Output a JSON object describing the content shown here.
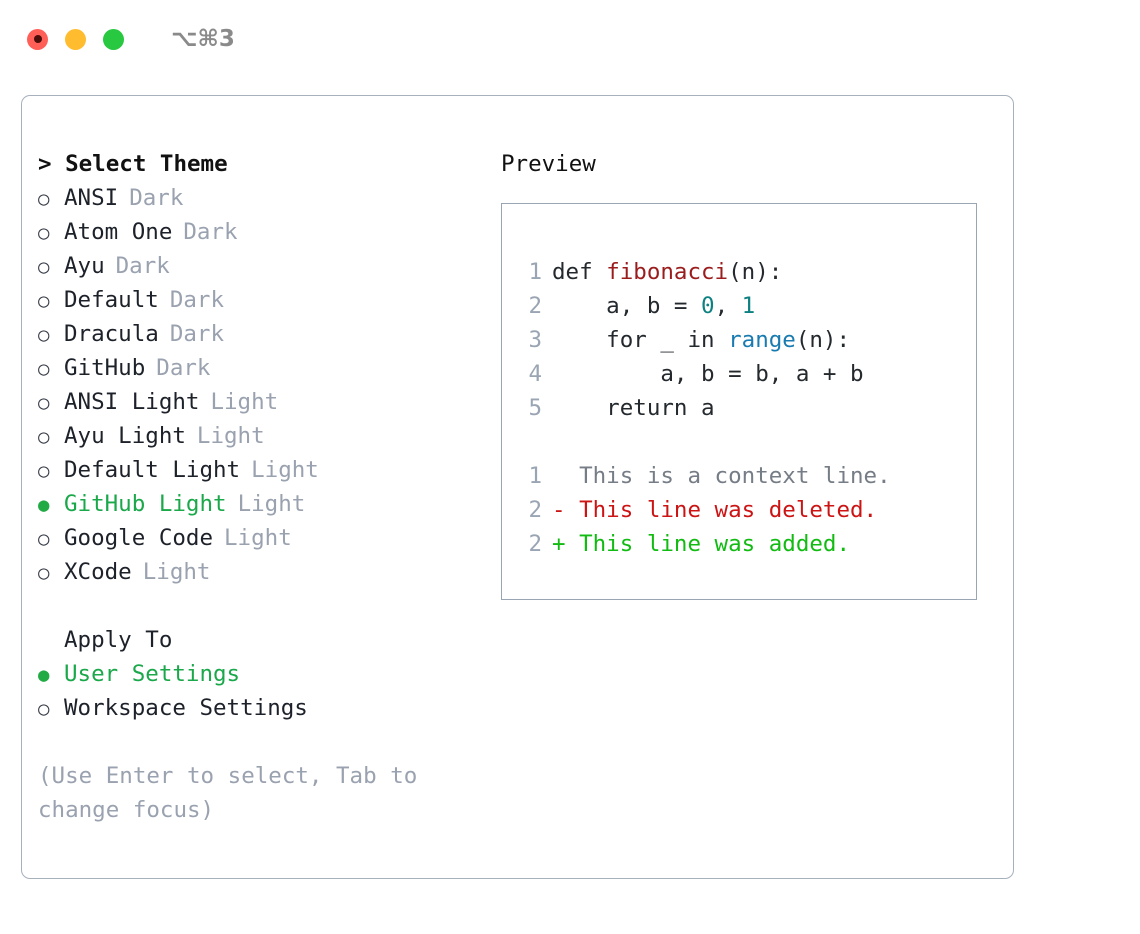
{
  "titlebar": {
    "shortcut": "⌥⌘3",
    "lights": [
      {
        "name": "close",
        "color": "#ff5f57"
      },
      {
        "name": "minimize",
        "color": "#febc2e"
      },
      {
        "name": "zoom",
        "color": "#28c840"
      }
    ]
  },
  "theme_picker": {
    "header": "> Select Theme",
    "selected_theme": "GitHub Light",
    "bullet_selected": "●",
    "bullet_unselected": "○",
    "items": [
      {
        "name": "ANSI",
        "kind": "Dark",
        "selected": false
      },
      {
        "name": "Atom One",
        "kind": "Dark",
        "selected": false
      },
      {
        "name": "Ayu",
        "kind": "Dark",
        "selected": false
      },
      {
        "name": "Default",
        "kind": "Dark",
        "selected": false
      },
      {
        "name": "Dracula",
        "kind": "Dark",
        "selected": false
      },
      {
        "name": "GitHub",
        "kind": "Dark",
        "selected": false
      },
      {
        "name": "ANSI Light",
        "kind": "Light",
        "selected": false
      },
      {
        "name": "Ayu Light",
        "kind": "Light",
        "selected": false
      },
      {
        "name": "Default Light",
        "kind": "Light",
        "selected": false
      },
      {
        "name": "GitHub Light",
        "kind": "Light",
        "selected": true
      },
      {
        "name": "Google Code",
        "kind": "Light",
        "selected": false
      },
      {
        "name": "XCode",
        "kind": "Light",
        "selected": false
      }
    ]
  },
  "apply_to": {
    "title": "Apply To",
    "selected": "User Settings",
    "options": [
      {
        "label": "User Settings",
        "selected": true
      },
      {
        "label": "Workspace Settings",
        "selected": false
      }
    ]
  },
  "hint": "(Use Enter to select, Tab to change focus)",
  "preview": {
    "title": "Preview",
    "code_lines": [
      {
        "num": "1",
        "tokens": [
          {
            "text": "def ",
            "type": "plain"
          },
          {
            "text": "fibonacci",
            "type": "function"
          },
          {
            "text": "(n):",
            "type": "plain"
          }
        ]
      },
      {
        "num": "2",
        "tokens": [
          {
            "text": "    a, b = ",
            "type": "plain"
          },
          {
            "text": "0",
            "type": "number"
          },
          {
            "text": ", ",
            "type": "plain"
          },
          {
            "text": "1",
            "type": "number"
          }
        ]
      },
      {
        "num": "3",
        "tokens": [
          {
            "text": "    for _ in ",
            "type": "plain"
          },
          {
            "text": "range",
            "type": "call"
          },
          {
            "text": "(n):",
            "type": "plain"
          }
        ]
      },
      {
        "num": "4",
        "tokens": [
          {
            "text": "        a, b = b, a + b",
            "type": "plain"
          }
        ]
      },
      {
        "num": "5",
        "tokens": [
          {
            "text": "    return a",
            "type": "plain"
          }
        ]
      }
    ],
    "diff_lines": [
      {
        "num": "1",
        "marker": " ",
        "text": "  This is a context line.",
        "type": "context"
      },
      {
        "num": "2",
        "marker": "-",
        "text": "- This line was deleted.",
        "type": "deleted"
      },
      {
        "num": "2",
        "marker": "+",
        "text": "+ This line was added.",
        "type": "added"
      }
    ]
  },
  "colors": {
    "accent_green": "#1aa84a",
    "bullet_green": "#22aa44",
    "muted": "#9aa2b0",
    "border": "#a7b0bd",
    "code_border": "#9aa5b3",
    "syntax_function": "#9b1c1c",
    "syntax_number": "#0d8080",
    "syntax_call": "#1a7bb0",
    "diff_deleted": "#cc1414",
    "diff_added": "#12bb12",
    "diff_context": "#767d86"
  }
}
